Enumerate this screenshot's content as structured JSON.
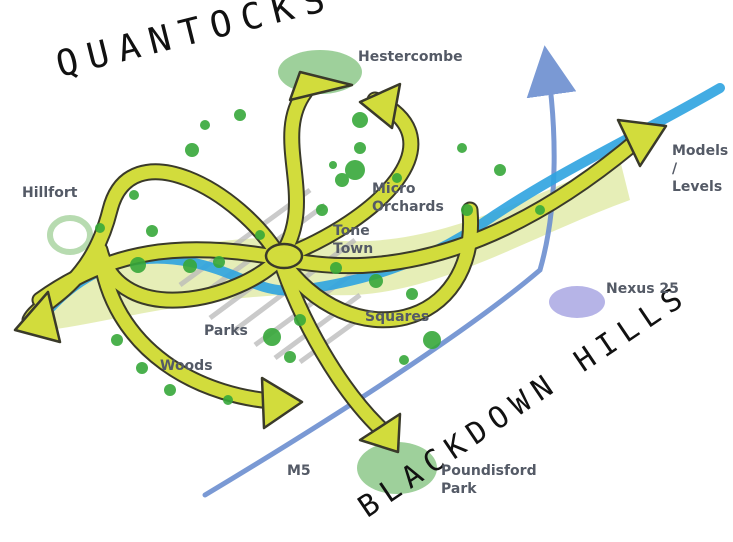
{
  "regions": {
    "north_hills": "QUANTOCKS",
    "south_hills": "BLACKDOWN HILLS"
  },
  "places": {
    "hestercombe": "Hestercombe",
    "hillfort": "Hillfort",
    "micro_orchards": "Micro Orchards",
    "tone_town": "Tone Town",
    "models_levels": "Models / Levels",
    "nexus": "Nexus 25",
    "parks": "Parks",
    "squares": "Squares",
    "woods": "Woods",
    "motorway": "M5",
    "poundisford": "Poundisford Park"
  },
  "colors": {
    "route_fill": "#d2dc3c",
    "route_outline": "#3a3a2a",
    "river": "#2ea3e0",
    "motorway": "#6c8fd0",
    "green_space": "#7dc07a",
    "tree_dots": "#37a83a",
    "meadow": "#e3ecaf",
    "nexus_patch": "#a9a7e3",
    "urban_hatch": "#b9b9b9",
    "label_text": "#545a66"
  }
}
